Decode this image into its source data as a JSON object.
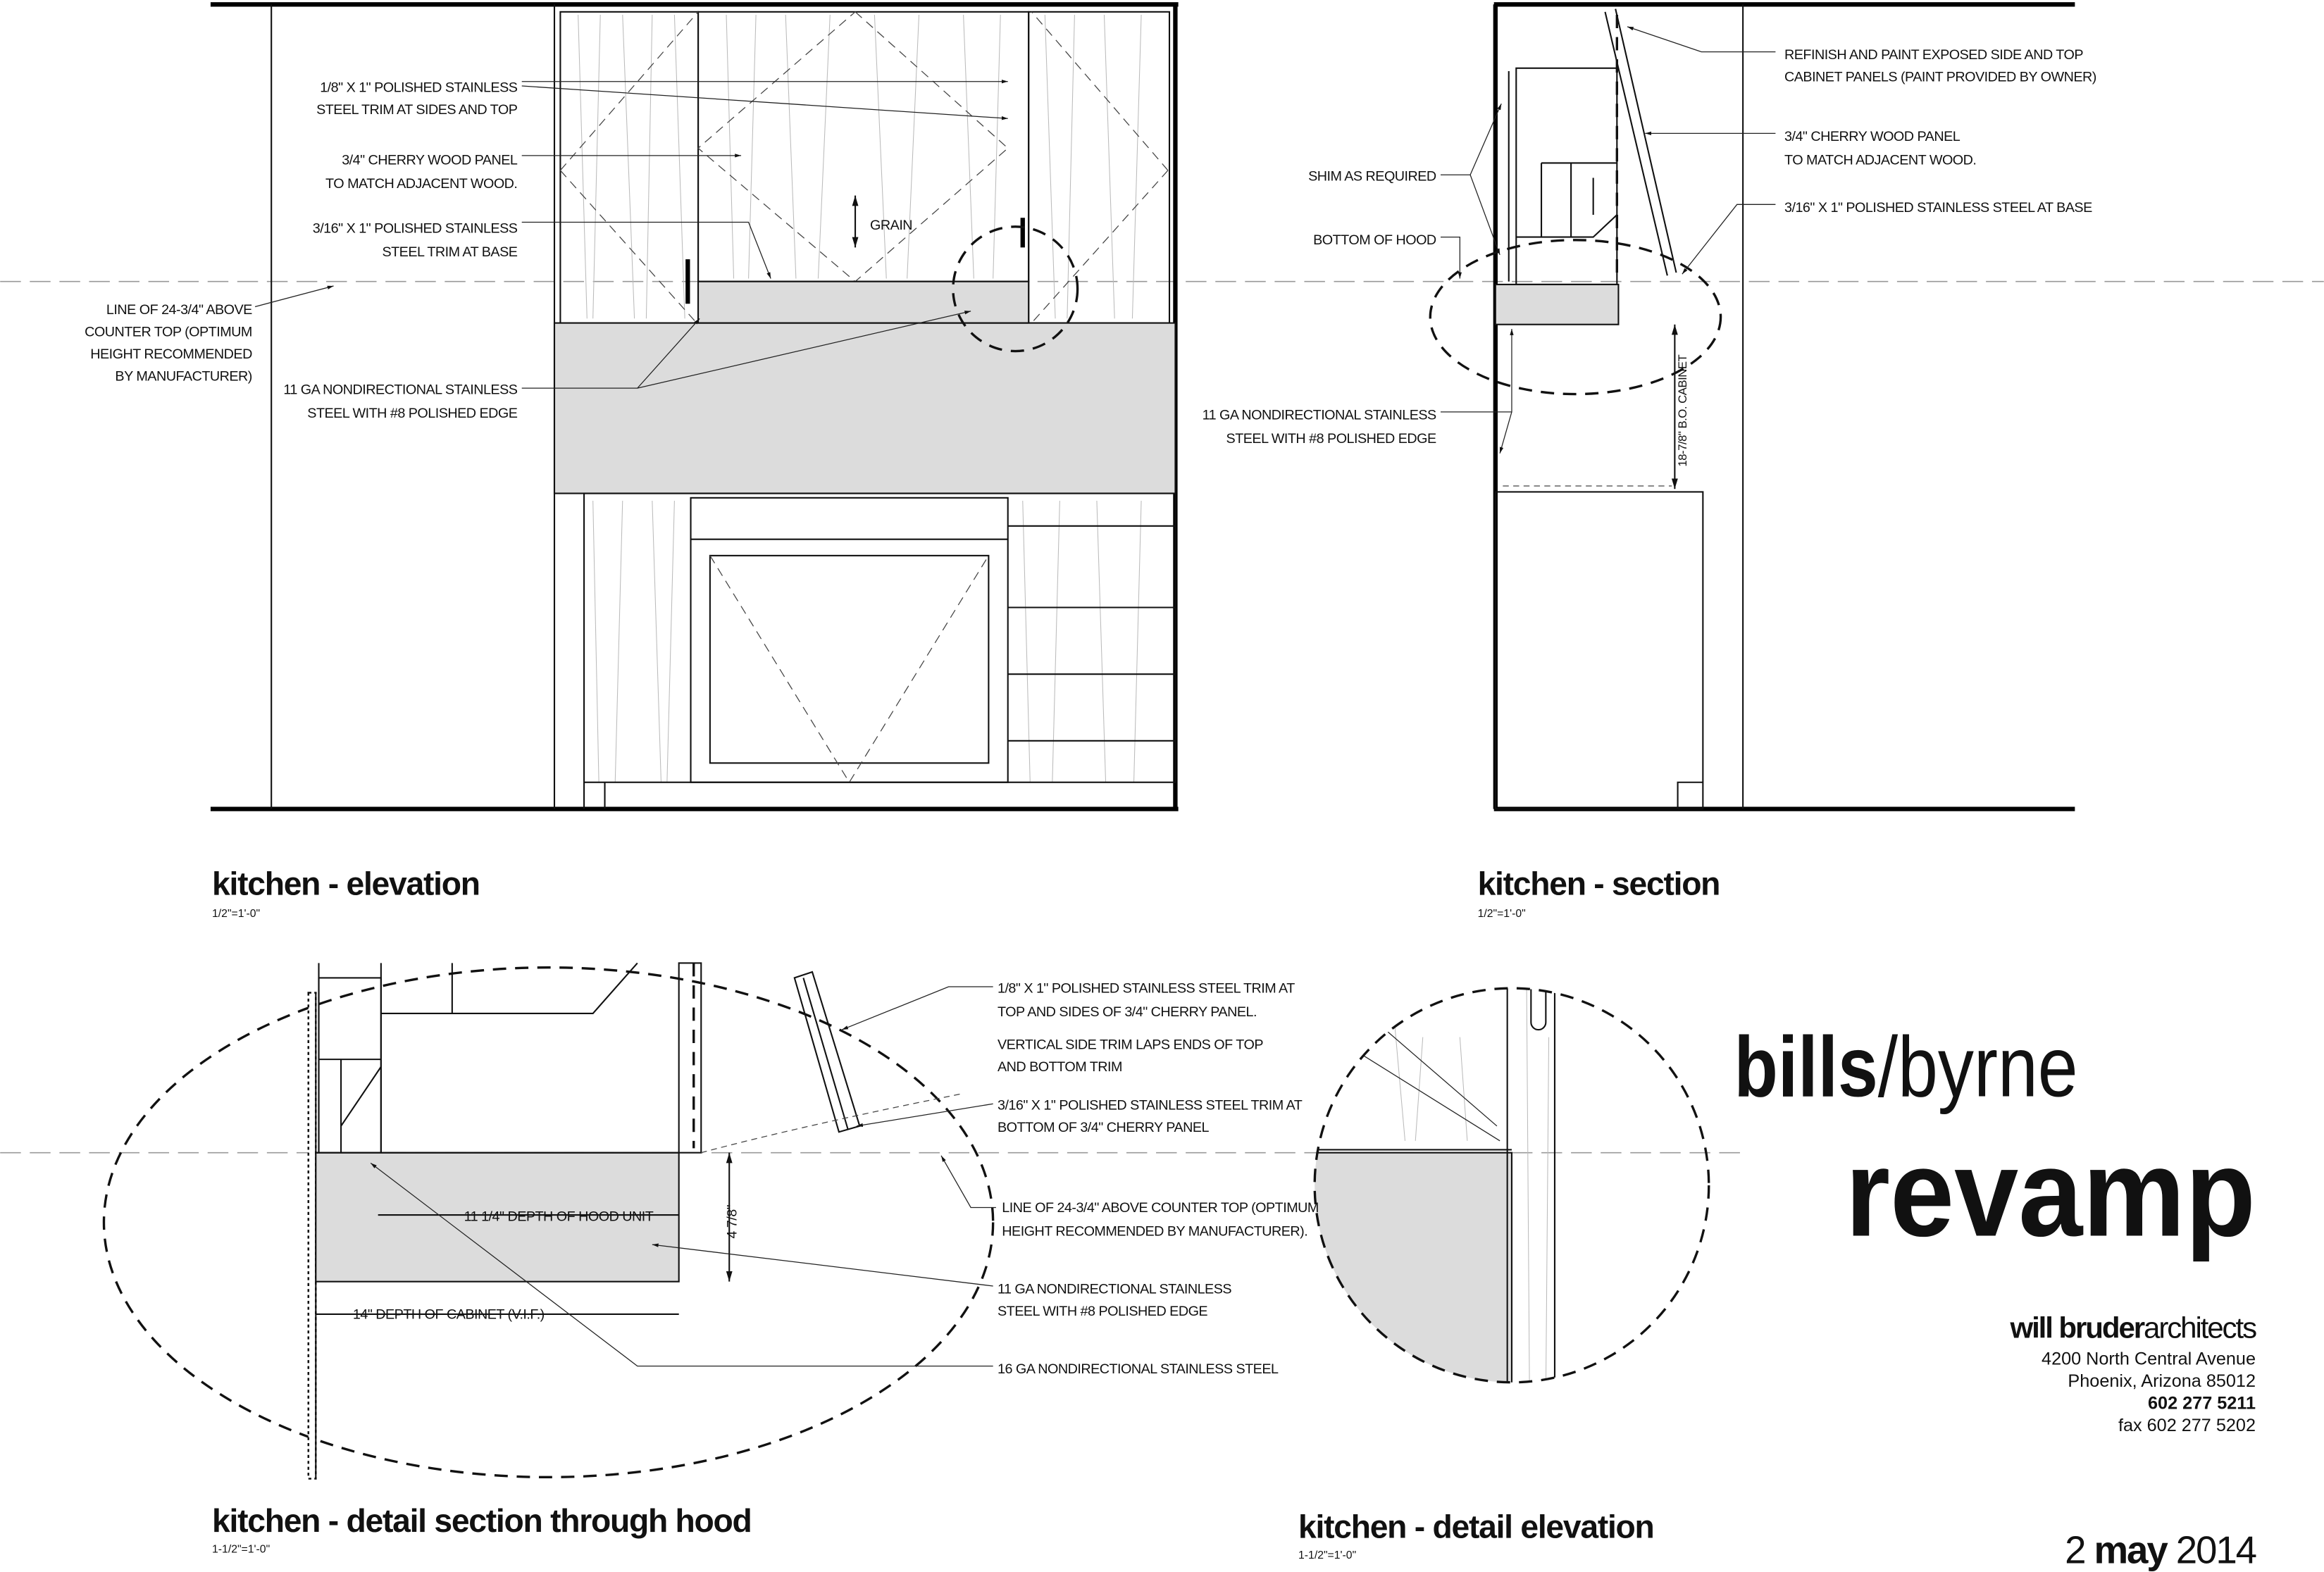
{
  "drawings": {
    "elevation": {
      "title": "kitchen - elevation",
      "scale": "1/2\"=1'-0\"",
      "notes": [
        [
          "1/8\" X 1\" POLISHED STAINLESS",
          "STEEL TRIM AT SIDES AND TOP"
        ],
        [
          "3/4\" CHERRY WOOD PANEL",
          "TO MATCH ADJACENT WOOD."
        ],
        [
          "3/16\" X 1\" POLISHED STAINLESS",
          "STEEL TRIM AT BASE"
        ],
        [
          "LINE OF 24-3/4\" ABOVE",
          "COUNTER TOP (OPTIMUM",
          "HEIGHT RECOMMENDED",
          "BY MANUFACTURER)"
        ],
        [
          "11 GA NONDIRECTIONAL STAINLESS",
          "STEEL WITH #8 POLISHED EDGE"
        ]
      ],
      "grain": "GRAIN"
    },
    "section": {
      "title": "kitchen - section",
      "scale": "1/2\"=1'-0\"",
      "notes": [
        [
          "REFINISH AND PAINT EXPOSED SIDE AND TOP",
          "CABINET PANELS (PAINT PROVIDED BY OWNER)"
        ],
        [
          "3/4\" CHERRY WOOD PANEL",
          "TO MATCH ADJACENT WOOD."
        ],
        [
          "3/16\" X 1\" POLISHED STAINLESS STEEL AT BASE"
        ],
        [
          "SHIM AS REQUIRED"
        ],
        [
          "BOTTOM OF HOOD"
        ],
        [
          "11 GA NONDIRECTIONAL STAINLESS",
          "STEEL WITH #8 POLISHED EDGE"
        ]
      ],
      "dimension": "18-7/8\" B.O. CABINET"
    },
    "detail_section": {
      "title": "kitchen - detail section through hood",
      "scale": "1-1/2\"=1'-0\"",
      "notes": [
        [
          "1/8\" X 1\" POLISHED STAINLESS STEEL TRIM AT",
          "TOP AND SIDES OF  3/4\" CHERRY PANEL."
        ],
        [
          "VERTICAL SIDE TRIM LAPS ENDS OF TOP",
          "AND BOTTOM TRIM"
        ],
        [
          "3/16\" X 1\" POLISHED STAINLESS STEEL TRIM AT",
          "BOTTOM OF 3/4\" CHERRY PANEL"
        ],
        [
          "LINE OF 24-3/4\" ABOVE COUNTER TOP (OPTIMUM",
          "HEIGHT RECOMMENDED BY MANUFACTURER)."
        ],
        [
          "11 GA NONDIRECTIONAL STAINLESS",
          "STEEL WITH #8 POLISHED EDGE"
        ],
        [
          "16 GA NONDIRECTIONAL STAINLESS STEEL"
        ]
      ],
      "dim_hood": "11 1/4\" DEPTH OF HOOD UNIT",
      "dim_cabinet": "14\" DEPTH OF CABINET (V.I.F.)",
      "dim_height": "4 7/8\""
    },
    "detail_elevation": {
      "title": "kitchen - detail elevation",
      "scale": "1-1/2\"=1'-0\""
    }
  },
  "title_block": {
    "project_line1_bold": "bills",
    "project_line1_light": "/byrne",
    "project_line2": "revamp",
    "firm_bold": "will bruder",
    "firm_light": "architects",
    "address1": "4200 North Central Avenue",
    "address2": "Phoenix,  Arizona  85012",
    "phone": "602 277 5211",
    "fax": "fax 602 277 5202",
    "date_day": "2",
    "date_month": "may",
    "date_year": "2014"
  }
}
